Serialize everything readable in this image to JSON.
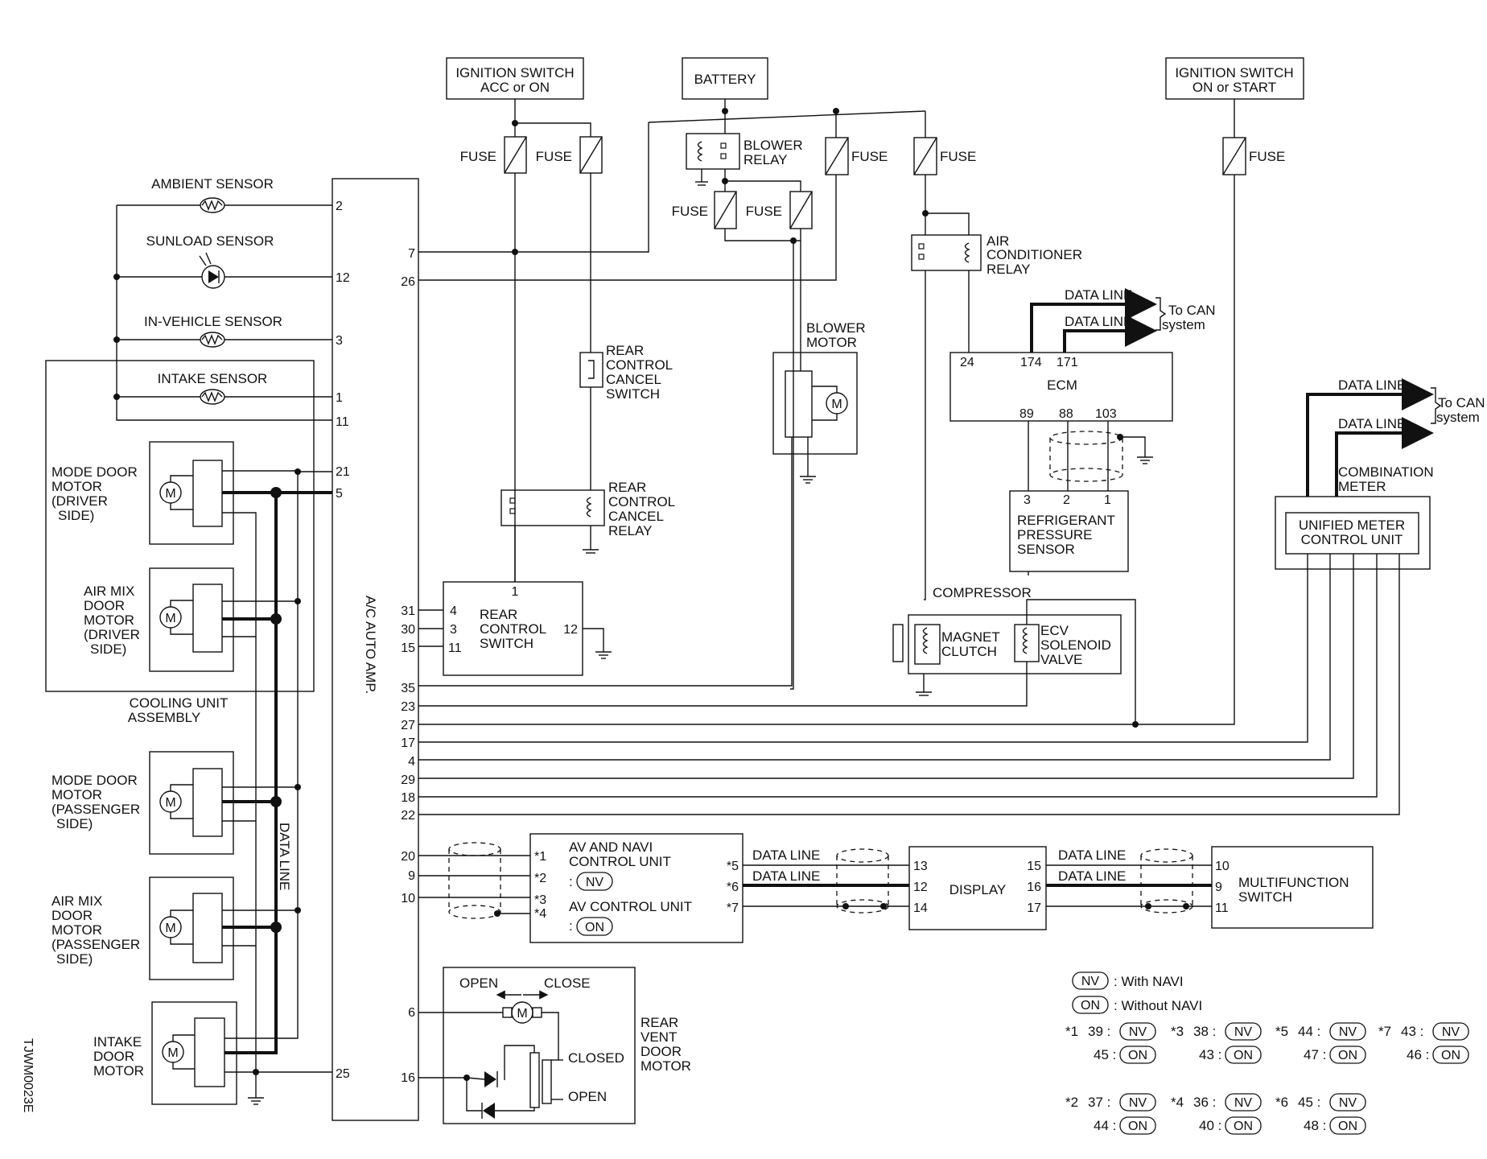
{
  "labels": {
    "ign_acc": [
      "IGNITION SWITCH",
      "ACC or ON"
    ],
    "battery": "BATTERY",
    "ign_start": [
      "IGNITION SWITCH",
      "ON or START"
    ],
    "fuse": "FUSE",
    "blower_relay": [
      "BLOWER",
      "RELAY"
    ],
    "ac_relay": [
      "AIR",
      "CONDITIONER",
      "RELAY"
    ],
    "blower_motor": [
      "BLOWER",
      "MOTOR"
    ],
    "rc_switch_side": [
      "REAR",
      "CONTROL",
      "CANCEL",
      "SWITCH"
    ],
    "rc_relay": [
      "REAR",
      "CONTROL",
      "CANCEL",
      "RELAY"
    ],
    "rear_control_switch": [
      "REAR",
      "CONTROL",
      "SWITCH"
    ],
    "ambient": "AMBIENT SENSOR",
    "sunload": "SUNLOAD SENSOR",
    "invehicle": "IN-VEHICLE SENSOR",
    "intake_sensor": "INTAKE SENSOR",
    "mode_driver": [
      "MODE DOOR",
      "MOTOR",
      "(DRIVER",
      "SIDE)"
    ],
    "airmix_driver": [
      "AIR MIX",
      "DOOR",
      "MOTOR",
      "(DRIVER",
      "SIDE)"
    ],
    "cooling_unit": [
      "COOLING UNIT",
      "ASSEMBLY"
    ],
    "mode_pass": [
      "MODE DOOR",
      "MOTOR",
      "(PASSENGER",
      "SIDE)"
    ],
    "airmix_pass": [
      "AIR MIX",
      "DOOR",
      "MOTOR",
      "(PASSENGER",
      "SIDE)"
    ],
    "intake_motor": [
      "INTAKE",
      "DOOR",
      "MOTOR"
    ],
    "data_line_vertical": "DATA LINE",
    "ac_auto_amp": "A/C AUTO AMP.",
    "ecm": "ECM",
    "data_line": "DATA LINE",
    "to_can": [
      "To CAN",
      "system"
    ],
    "combination_meter": [
      "COMBINATION",
      "METER"
    ],
    "unified_meter": [
      "UNIFIED METER",
      "CONTROL UNIT"
    ],
    "refrigerant": [
      "REFRIGERANT",
      "PRESSURE",
      "SENSOR"
    ],
    "compressor": "COMPRESSOR",
    "magnet_clutch": [
      "MAGNET",
      "CLUTCH"
    ],
    "ecv": [
      "ECV",
      "SOLENOID",
      "VALVE"
    ],
    "av_navi": [
      "AV AND NAVI",
      "CONTROL UNIT"
    ],
    "av_control": "AV CONTROL UNIT",
    "display": "DISPLAY",
    "multifunction": [
      "MULTIFUNCTION",
      "SWITCH"
    ],
    "open": "OPEN",
    "close": "CLOSE",
    "closed": "CLOSED",
    "rear_vent": [
      "REAR",
      "VENT",
      "DOOR",
      "MOTOR"
    ],
    "figure_id": "TJWM0023E",
    "motor_symbol": "M",
    "colon": ":"
  },
  "badges": {
    "nv": "NV",
    "on": "ON"
  },
  "legend": {
    "with_navi": ": With NAVI",
    "without_navi": ": Without NAVI",
    "rows": [
      {
        "star": "*1",
        "nv": "39 :",
        "on": "45 :"
      },
      {
        "star": "*3",
        "nv": "38 :",
        "on": "43 :"
      },
      {
        "star": "*5",
        "nv": "44 :",
        "on": "47 :"
      },
      {
        "star": "*7",
        "nv": "43 :",
        "on": "46 :"
      },
      {
        "star": "*2",
        "nv": "37 :",
        "on": "44 :"
      },
      {
        "star": "*4",
        "nv": "36 :",
        "on": "40 :"
      },
      {
        "star": "*6",
        "nv": "45 :",
        "on": "48 :"
      }
    ]
  },
  "pins": {
    "amp_left": [
      "2",
      "12",
      "3",
      "1",
      "11",
      "21",
      "5",
      "25"
    ],
    "amp_right": [
      "7",
      "26",
      "31",
      "30",
      "15",
      "35",
      "23",
      "27",
      "17",
      "4",
      "29",
      "18",
      "22",
      "20",
      "9",
      "10",
      "6",
      "16"
    ],
    "rear_switch": [
      "4",
      "3",
      "11",
      "1",
      "12"
    ],
    "ecm": [
      "24",
      "174",
      "171",
      "89",
      "88",
      "103"
    ],
    "refrigerant": [
      "3",
      "2",
      "1"
    ],
    "av_unit": [
      "*1",
      "*2",
      "*3",
      "*4",
      "*5",
      "*6",
      "*7"
    ],
    "display_left": [
      "13",
      "12",
      "14"
    ],
    "display_right": [
      "15",
      "16",
      "17"
    ],
    "multifunction": [
      "10",
      "9",
      "11"
    ]
  }
}
